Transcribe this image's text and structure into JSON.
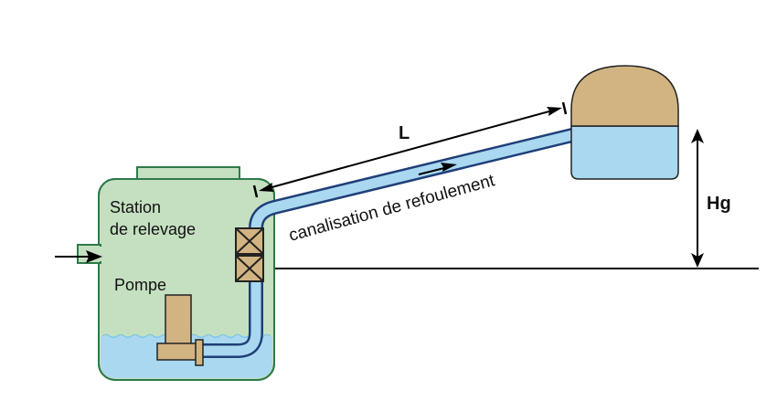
{
  "labels": {
    "station_line1": "Station",
    "station_line2": "de relevage",
    "pump": "Pompe",
    "length": "L",
    "pipe": "canalisation de refoulement",
    "head": "Hg"
  },
  "colors": {
    "station_fill": "#c5e0c1",
    "station_stroke": "#2e7a49",
    "water": "#a9d8f0",
    "pump": "#d2b483",
    "reservoir_top": "#d2b483",
    "line": "#000000"
  }
}
